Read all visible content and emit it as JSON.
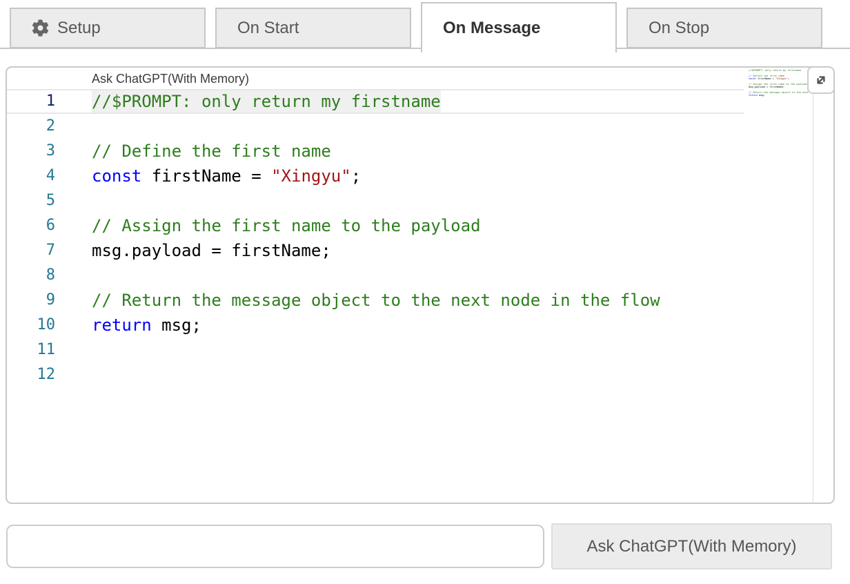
{
  "tabs": [
    {
      "label": "Setup",
      "icon": "gear-icon",
      "active": false
    },
    {
      "label": "On Start",
      "icon": null,
      "active": false
    },
    {
      "label": "On Message",
      "icon": null,
      "active": true
    },
    {
      "label": "On Stop",
      "icon": null,
      "active": false
    }
  ],
  "editor": {
    "title": "Ask ChatGPT(With Memory)",
    "language": "javascript",
    "active_line": 1,
    "lines": [
      {
        "num": 1,
        "highlighted": true,
        "tokens": [
          {
            "t": "//$PROMPT: only return my firstname",
            "c": "comment"
          }
        ]
      },
      {
        "num": 2,
        "highlighted": false,
        "tokens": []
      },
      {
        "num": 3,
        "highlighted": false,
        "tokens": [
          {
            "t": "// Define the first name",
            "c": "comment"
          }
        ]
      },
      {
        "num": 4,
        "highlighted": false,
        "tokens": [
          {
            "t": "const",
            "c": "keyword"
          },
          {
            "t": " firstName = ",
            "c": "plain"
          },
          {
            "t": "\"Xingyu\"",
            "c": "string"
          },
          {
            "t": ";",
            "c": "plain"
          }
        ]
      },
      {
        "num": 5,
        "highlighted": false,
        "tokens": []
      },
      {
        "num": 6,
        "highlighted": false,
        "tokens": [
          {
            "t": "// Assign the first name to the payload",
            "c": "comment"
          }
        ]
      },
      {
        "num": 7,
        "highlighted": false,
        "tokens": [
          {
            "t": "msg.payload = firstName;",
            "c": "plain"
          }
        ]
      },
      {
        "num": 8,
        "highlighted": false,
        "tokens": []
      },
      {
        "num": 9,
        "highlighted": false,
        "tokens": [
          {
            "t": "// Return the message object to the next node in the flow",
            "c": "comment"
          }
        ]
      },
      {
        "num": 10,
        "highlighted": false,
        "tokens": [
          {
            "t": "return",
            "c": "keyword"
          },
          {
            "t": " msg;",
            "c": "plain"
          }
        ]
      },
      {
        "num": 11,
        "highlighted": false,
        "tokens": []
      },
      {
        "num": 12,
        "highlighted": false,
        "tokens": []
      }
    ]
  },
  "colors": {
    "comment": "#2e7d1e",
    "keyword": "#0000ff",
    "string": "#a31515",
    "plain": "#000000",
    "line_number": "#237893",
    "active_line_number": "#0b216f",
    "active_line_border": "#e7e7e7",
    "active_line_background": "#f0f0f0"
  },
  "icons": {
    "expand": "expand-diagonal-arrows-icon",
    "setup_tab": "gear-icon"
  },
  "footer": {
    "input_value": "",
    "button_label": "Ask ChatGPT(With Memory)"
  }
}
